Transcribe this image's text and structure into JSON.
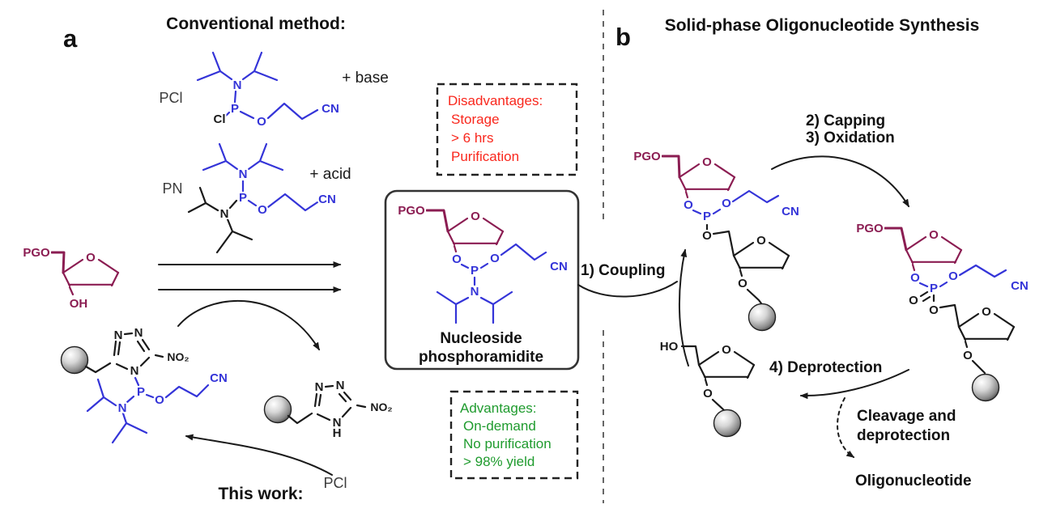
{
  "panel_a": {
    "label": "a",
    "title": "Conventional method:",
    "reagents": {
      "pcl": "PCl",
      "pcl_condition": "+ base",
      "pn": "PN",
      "pn_condition": "+ acid",
      "pcl_recycled": "PCl"
    },
    "product_caption": {
      "line1": "Nucleoside",
      "line2": "phosphoramidite"
    },
    "disadvantages": {
      "title": "Disadvantages:",
      "items": [
        "Storage",
        "> 6 hrs",
        "Purification"
      ]
    },
    "advantages": {
      "title": "Advantages:",
      "items": [
        "On-demand",
        "No purification",
        "> 98% yield"
      ]
    },
    "this_work": "This work:"
  },
  "panel_b": {
    "label": "b",
    "title": "Solid-phase Oligonucleotide Synthesis",
    "steps": {
      "coupling": "1) Coupling",
      "capping": "2) Capping",
      "oxidation": "3) Oxidation",
      "deprotection": "4) Deprotection"
    },
    "cleavage": {
      "line1": "Cleavage and",
      "line2": "deprotection"
    },
    "final_product": "Oligonucleotide"
  },
  "atoms": {
    "o": "O",
    "p": "P",
    "n": "N",
    "h": "H",
    "cl": "Cl",
    "cn": "CN",
    "oh": "OH",
    "ho": "HO",
    "pgo": "PGO",
    "no2": "NO₂"
  },
  "colors": {
    "bond_black": "#1a1a1a",
    "reagent_blue": "#3434d8",
    "sugar_maroon": "#8b1d52",
    "warning_red": "#f9271d",
    "positive_green": "#1f9b2e"
  }
}
